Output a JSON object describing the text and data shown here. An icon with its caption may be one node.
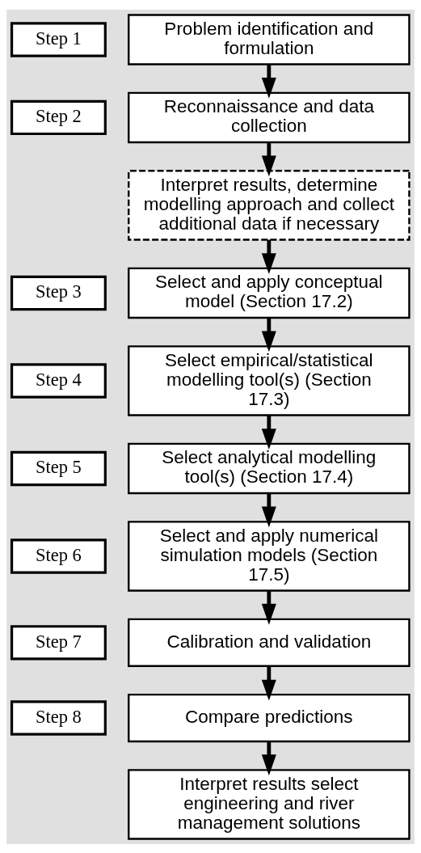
{
  "diagram": {
    "nodes": [
      {
        "text": [
          "Step 1"
        ]
      },
      {
        "text": [
          "Problem identification and formulation"
        ]
      },
      {
        "text": [
          "Step 2"
        ]
      },
      {
        "text": [
          "Reconnaissance and data collection"
        ]
      },
      {
        "text": [
          "Interpret results, determine modelling approach and collect additional data if necessary"
        ]
      },
      {
        "text": [
          "Step 3"
        ]
      },
      {
        "text": [
          "Select and apply conceptual model (Section 17.2)"
        ]
      },
      {
        "text": [
          "Step 4"
        ]
      },
      {
        "text": [
          "Select empirical/statistical modelling tool(s) (Section 17.3)"
        ]
      },
      {
        "text": [
          "Step 5"
        ]
      },
      {
        "text": [
          "Select analytical modelling tool(s) (Section 17.4)"
        ]
      },
      {
        "text": [
          "Step 6"
        ]
      },
      {
        "text": [
          "Select and apply numerical simulation models (Section 17.5)"
        ]
      },
      {
        "text": [
          "Step 7"
        ]
      },
      {
        "text": [
          "Calibration and validation"
        ]
      },
      {
        "text": [
          "Step 8"
        ]
      },
      {
        "text": [
          "Compare predictions"
        ]
      },
      {
        "text": [
          "Interpret results select engineering and river management solutions"
        ]
      }
    ],
    "edges": [
      {
        "from": 1,
        "to": 3,
        "arrow": "to"
      },
      {
        "from": 3,
        "to": 4,
        "arrow": "to"
      },
      {
        "from": 4,
        "to": 6,
        "arrow": "to"
      },
      {
        "from": 6,
        "to": 8,
        "arrow": "to"
      },
      {
        "from": 8,
        "to": 10,
        "arrow": "to"
      },
      {
        "from": 10,
        "to": 12,
        "arrow": "to"
      },
      {
        "from": 12,
        "to": 14,
        "arrow": "to"
      },
      {
        "from": 14,
        "to": 16,
        "arrow": "to"
      },
      {
        "from": 16,
        "to": 17,
        "arrow": "to"
      }
    ]
  }
}
